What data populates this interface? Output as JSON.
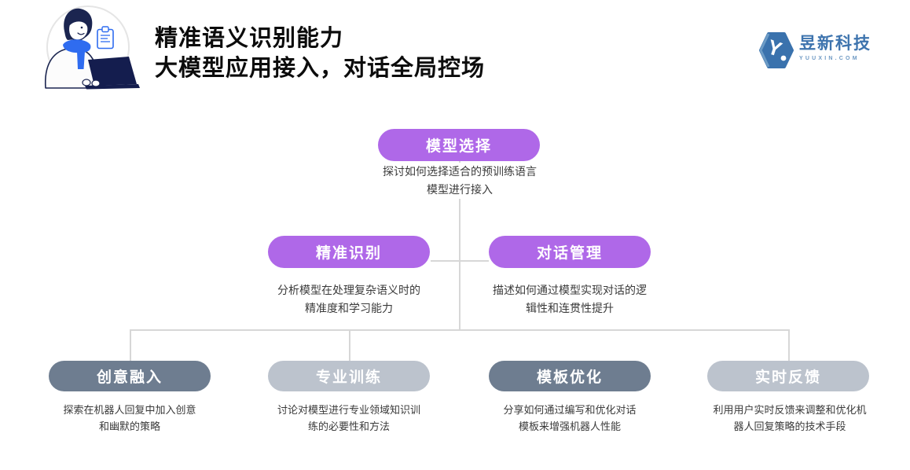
{
  "header": {
    "title_line1": "精准语义识别能力",
    "title_line2": "大模型应用接入，对话全局控场",
    "logo": {
      "mark_letter": "Y",
      "name": "昱新科技",
      "domain": "YUUXIN.COM"
    }
  },
  "colors": {
    "purple": "#AF68E8",
    "dark_slate": "#6E7D90",
    "light_gray": "#BCC3CD",
    "line": "#D7D7D7",
    "brand": "#3E74AE",
    "brand_light": "#6F9AC4",
    "illus_navy": "#1B2550",
    "illus_blue": "#2F6CF0"
  },
  "tree": {
    "root": {
      "label": "模型选择",
      "desc_line1": "探讨如何选择适合的预训练语言",
      "desc_line2": "模型进行接入"
    },
    "level2": [
      {
        "label": "精准识别",
        "desc_line1": "分析模型在处理复杂语义时的",
        "desc_line2": "精准度和学习能力"
      },
      {
        "label": "对话管理",
        "desc_line1": "描述如何通过模型实现对话的逻",
        "desc_line2": "辑性和连贯性提升"
      }
    ],
    "level3": [
      {
        "label": "创意融入",
        "desc_line1": "探索在机器人回复中加入创意",
        "desc_line2": "和幽默的策略"
      },
      {
        "label": "专业训练",
        "desc_line1": "讨论对模型进行专业领域知识训",
        "desc_line2": "练的必要性和方法"
      },
      {
        "label": "模板优化",
        "desc_line1": "分享如何通过编写和优化对话",
        "desc_line2": "模板来增强机器人性能"
      },
      {
        "label": "实时反馈",
        "desc_line1": "利用用户实时反馈来调整和优化机",
        "desc_line2": "器人回复策略的技术手段"
      }
    ]
  }
}
